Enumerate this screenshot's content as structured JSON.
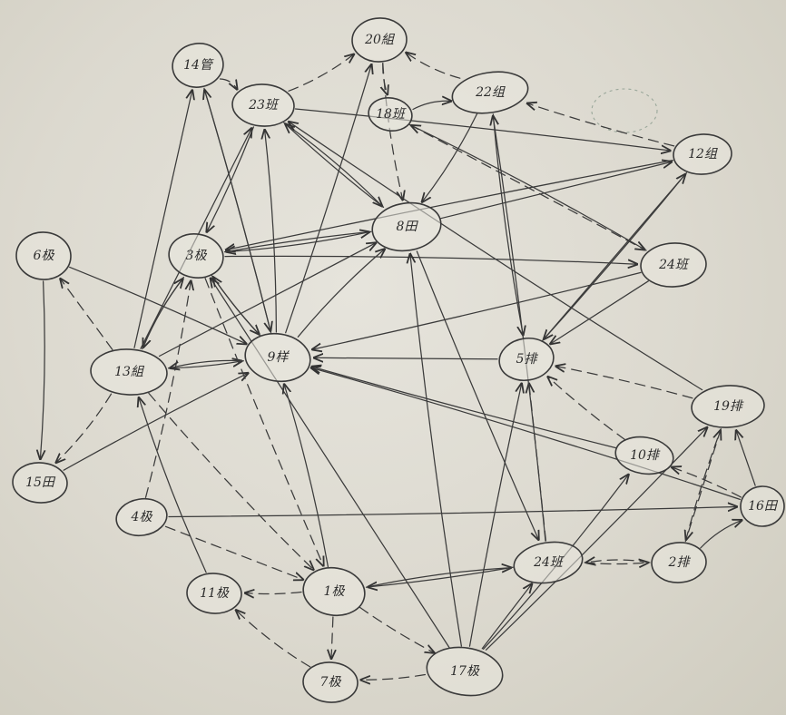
{
  "diagram": {
    "type": "hand-drawn directed network (sociogram)",
    "nodes": [
      {
        "id": "n14",
        "label": "14管"
      },
      {
        "id": "n20",
        "label": "20組"
      },
      {
        "id": "n23",
        "label": "23班"
      },
      {
        "id": "n18",
        "label": "18班"
      },
      {
        "id": "n22",
        "label": "22组"
      },
      {
        "id": "n12",
        "label": "12组"
      },
      {
        "id": "n6",
        "label": "6极"
      },
      {
        "id": "n3",
        "label": "3极"
      },
      {
        "id": "n8",
        "label": "8田"
      },
      {
        "id": "n24a",
        "label": "24班"
      },
      {
        "id": "n13",
        "label": "13組"
      },
      {
        "id": "n9",
        "label": "9样"
      },
      {
        "id": "n5",
        "label": "5排"
      },
      {
        "id": "n19",
        "label": "19排"
      },
      {
        "id": "n15",
        "label": "15田"
      },
      {
        "id": "n10",
        "label": "10排"
      },
      {
        "id": "n4",
        "label": "4极"
      },
      {
        "id": "n16",
        "label": "16田"
      },
      {
        "id": "n11",
        "label": "11极"
      },
      {
        "id": "n1",
        "label": "1极"
      },
      {
        "id": "n24b",
        "label": "24班"
      },
      {
        "id": "n2",
        "label": "2排"
      },
      {
        "id": "n7",
        "label": "7极"
      },
      {
        "id": "n17",
        "label": "17极"
      }
    ],
    "edges": [
      {
        "from": "n14",
        "to": "n23",
        "style": "dashed"
      },
      {
        "from": "n14",
        "to": "n9",
        "style": "solid"
      },
      {
        "from": "n13",
        "to": "n14",
        "style": "solid"
      },
      {
        "from": "n9",
        "to": "n20",
        "style": "solid"
      },
      {
        "from": "n9",
        "to": "n23",
        "style": "solid"
      },
      {
        "from": "n23",
        "to": "n8",
        "style": "solid"
      },
      {
        "from": "n23",
        "to": "n3",
        "style": "solid"
      },
      {
        "from": "n13",
        "to": "n23",
        "style": "solid"
      },
      {
        "from": "n20",
        "to": "n18",
        "style": "dashed"
      },
      {
        "from": "n20",
        "to": "n8",
        "style": "dashed"
      },
      {
        "from": "n18",
        "to": "n22",
        "style": "solid"
      },
      {
        "from": "n12",
        "to": "n22",
        "style": "dashed"
      },
      {
        "from": "n12",
        "to": "n5",
        "style": "solid"
      },
      {
        "from": "n12",
        "to": "n3",
        "style": "solid"
      },
      {
        "from": "n22",
        "to": "n5",
        "style": "solid"
      },
      {
        "from": "n22",
        "to": "n8",
        "style": "solid"
      },
      {
        "from": "n23",
        "to": "n12",
        "style": "solid"
      },
      {
        "from": "n18",
        "to": "n24a",
        "style": "dashed"
      },
      {
        "from": "n8",
        "to": "n3",
        "style": "solid"
      },
      {
        "from": "n3",
        "to": "n8",
        "style": "solid"
      },
      {
        "from": "n3",
        "to": "n24a",
        "style": "solid"
      },
      {
        "from": "n24a",
        "to": "n9",
        "style": "solid"
      },
      {
        "from": "n24a",
        "to": "n5",
        "style": "solid"
      },
      {
        "from": "n3",
        "to": "n9",
        "style": "solid"
      },
      {
        "from": "n3",
        "to": "n13",
        "style": "solid"
      },
      {
        "from": "n6",
        "to": "n15",
        "style": "solid"
      },
      {
        "from": "n6",
        "to": "n9",
        "style": "solid"
      },
      {
        "from": "n13",
        "to": "n6",
        "style": "dashed"
      },
      {
        "from": "n13",
        "to": "n9",
        "style": "solid"
      },
      {
        "from": "n9",
        "to": "n13",
        "style": "solid"
      },
      {
        "from": "n13",
        "to": "n15",
        "style": "dashed"
      },
      {
        "from": "n15",
        "to": "n9",
        "style": "solid"
      },
      {
        "from": "n5",
        "to": "n9",
        "style": "solid"
      },
      {
        "from": "n19",
        "to": "n5",
        "style": "dashed"
      },
      {
        "from": "n16",
        "to": "n9",
        "style": "solid"
      },
      {
        "from": "n19",
        "to": "n23",
        "style": "solid"
      },
      {
        "from": "n10",
        "to": "n5",
        "style": "dashed"
      },
      {
        "from": "n16",
        "to": "n19",
        "style": "solid"
      },
      {
        "from": "n4",
        "to": "n16",
        "style": "solid"
      },
      {
        "from": "n4",
        "to": "n3",
        "style": "dashed"
      },
      {
        "from": "n11",
        "to": "n13",
        "style": "solid"
      },
      {
        "from": "n1",
        "to": "n11",
        "style": "dashed"
      },
      {
        "from": "n1",
        "to": "n7",
        "style": "dashed"
      },
      {
        "from": "n1",
        "to": "n17",
        "style": "dashed"
      },
      {
        "from": "n1",
        "to": "n9",
        "style": "solid"
      },
      {
        "from": "n1",
        "to": "n24b",
        "style": "solid"
      },
      {
        "from": "n24b",
        "to": "n1",
        "style": "solid"
      },
      {
        "from": "n4",
        "to": "n1",
        "style": "dashed"
      },
      {
        "from": "n3",
        "to": "n1",
        "style": "dashed"
      },
      {
        "from": "n13",
        "to": "n1",
        "style": "dashed"
      },
      {
        "from": "n7",
        "to": "n11",
        "style": "dashed"
      },
      {
        "from": "n17",
        "to": "n7",
        "style": "dashed"
      },
      {
        "from": "n17",
        "to": "n24b",
        "style": "solid"
      },
      {
        "from": "n17",
        "to": "n19",
        "style": "solid"
      },
      {
        "from": "n17",
        "to": "n10",
        "style": "solid"
      },
      {
        "from": "n17",
        "to": "n8",
        "style": "solid"
      },
      {
        "from": "n17",
        "to": "n5",
        "style": "solid"
      },
      {
        "from": "n17",
        "to": "n3",
        "style": "solid"
      },
      {
        "from": "n24b",
        "to": "n2",
        "style": "dashed"
      },
      {
        "from": "n2",
        "to": "n24b",
        "style": "dashed"
      },
      {
        "from": "n2",
        "to": "n16",
        "style": "solid"
      },
      {
        "from": "n2",
        "to": "n19",
        "style": "dashed"
      },
      {
        "from": "n24b",
        "to": "n5",
        "style": "dashed"
      },
      {
        "from": "n8",
        "to": "n24b",
        "style": "solid"
      },
      {
        "from": "n24b",
        "to": "n22",
        "style": "solid"
      },
      {
        "from": "n9",
        "to": "n8",
        "style": "solid"
      },
      {
        "from": "n8",
        "to": "n23",
        "style": "solid"
      },
      {
        "from": "n8",
        "to": "n12",
        "style": "solid"
      },
      {
        "from": "n5",
        "to": "n12",
        "style": "solid"
      },
      {
        "from": "n24a",
        "to": "n18",
        "style": "solid"
      },
      {
        "from": "n13",
        "to": "n3",
        "style": "solid"
      },
      {
        "from": "n10",
        "to": "n9",
        "style": "solid"
      },
      {
        "from": "n19",
        "to": "n2",
        "style": "dashed"
      },
      {
        "from": "n16",
        "to": "n10",
        "style": "dashed"
      },
      {
        "from": "n23",
        "to": "n20",
        "style": "dashed"
      },
      {
        "from": "n22",
        "to": "n20",
        "style": "dashed"
      },
      {
        "from": "n9",
        "to": "n3",
        "style": "solid"
      },
      {
        "from": "n13",
        "to": "n8",
        "style": "solid"
      },
      {
        "from": "n9",
        "to": "n14",
        "style": "solid"
      }
    ]
  },
  "colors": {
    "ink": "#3b3b3b",
    "paper": "#e4e2da",
    "ghost": "#9aa79a"
  }
}
